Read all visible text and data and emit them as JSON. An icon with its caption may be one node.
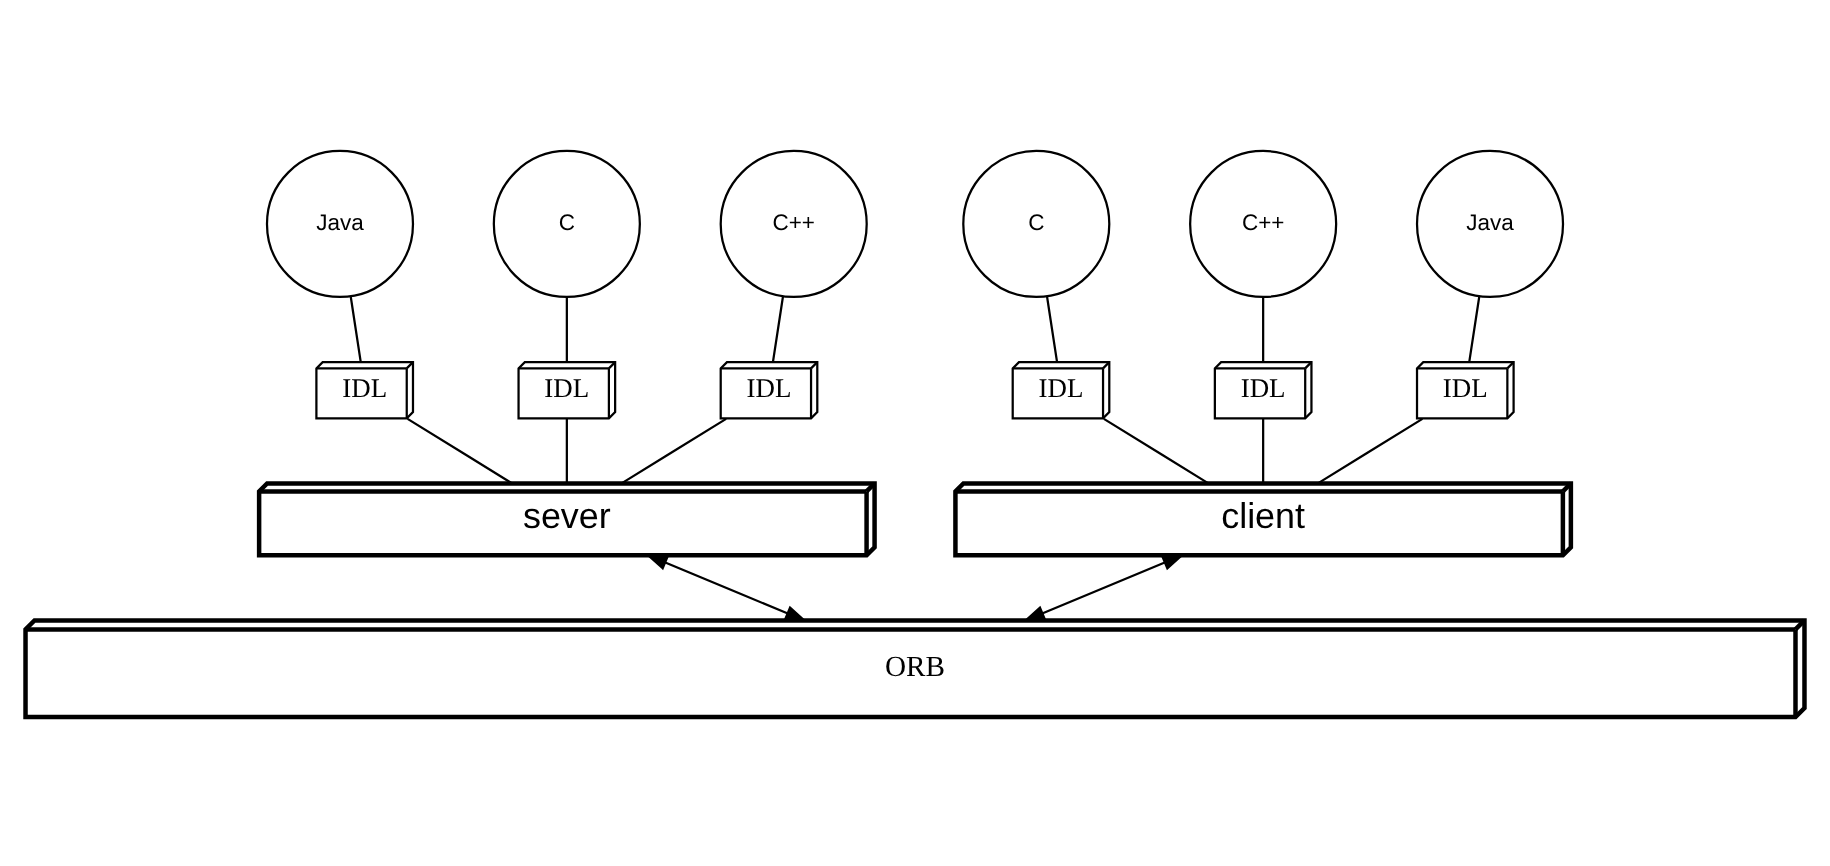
{
  "diagram": {
    "nodes": [
      {
        "text": [
          "C"
        ]
      },
      {
        "text": [
          "C++"
        ]
      },
      {
        "text": [
          "Java"
        ]
      },
      {
        "text": [
          "IDL"
        ]
      },
      {
        "text": [
          "IDL"
        ]
      },
      {
        "text": [
          "IDL"
        ]
      },
      {
        "text": [
          "client"
        ]
      },
      {
        "text": [
          "C"
        ]
      },
      {
        "text": [
          "C++"
        ]
      },
      {
        "text": [
          "Java"
        ]
      },
      {
        "text": [
          "IDL"
        ]
      },
      {
        "text": [
          "IDL"
        ]
      },
      {
        "text": [
          "IDL"
        ]
      },
      {
        "text": [
          "sever"
        ]
      },
      {
        "text": [
          "ORB"
        ]
      }
    ],
    "edges": [
      {
        "from": 0,
        "to": 3,
        "arrow": "none"
      },
      {
        "from": 1,
        "to": 4,
        "arrow": "none"
      },
      {
        "from": 2,
        "to": 5,
        "arrow": "none"
      },
      {
        "from": 3,
        "to": 6,
        "arrow": "none"
      },
      {
        "from": 4,
        "to": 6,
        "arrow": "none"
      },
      {
        "from": 5,
        "to": 6,
        "arrow": "none"
      },
      {
        "from": 7,
        "to": 10,
        "arrow": "none"
      },
      {
        "from": 8,
        "to": 11,
        "arrow": "none"
      },
      {
        "from": 9,
        "to": 12,
        "arrow": "none"
      },
      {
        "from": 10,
        "to": 13,
        "arrow": "none"
      },
      {
        "from": 11,
        "to": 13,
        "arrow": "none"
      },
      {
        "from": 12,
        "to": 13,
        "arrow": "none"
      },
      {
        "from": 6,
        "to": 14,
        "arrow": "both"
      },
      {
        "from": 13,
        "to": 14,
        "arrow": "both"
      }
    ]
  }
}
